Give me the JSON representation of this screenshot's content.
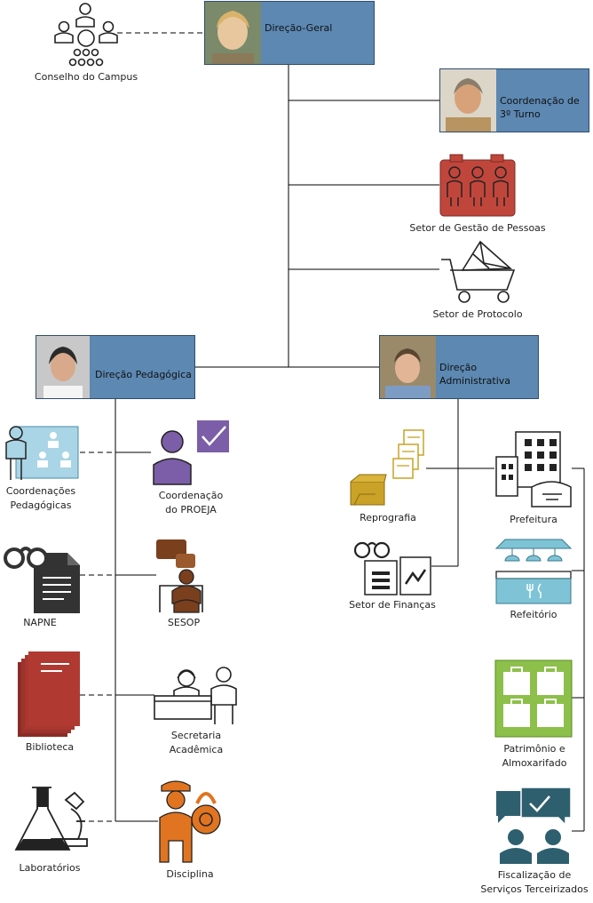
{
  "boxes": {
    "diretor_geral": "Direção-Geral",
    "terceiro_turno": "Coordenação de\n3º Turno",
    "dir_pedagogica": "Direção Pedagógica",
    "dir_administrativa": "Direção\nAdministrativa"
  },
  "labels": {
    "conselho": "Conselho do Campus",
    "gestao_pessoas": "Setor de Gestão de Pessoas",
    "protocolo": "Setor de Protocolo",
    "coord_pedagogicas": "Coordenações\nPedagógicas",
    "coord_proeja": "Coordenação\ndo PROEJA",
    "napne": "NAPNE",
    "sesop": "SESOP",
    "biblioteca": "Biblioteca",
    "secretaria": "Secretaria\nAcadêmica",
    "laboratorios": "Laboratórios",
    "disciplina": "Disciplina",
    "reprografia": "Reprografia",
    "financas": "Setor de Finanças",
    "prefeitura": "Prefeitura",
    "refeitorio": "Refeitório",
    "patrimonio": "Patrimônio e\nAlmoxarifado",
    "fiscalizacao": "Fiscalização de\nServiços Terceirizados"
  },
  "colors": {
    "box_fill": "#5c88b2",
    "box_border": "#2f4c6e",
    "gestao_red": "#c0463c",
    "proeja_purple": "#7b5ea7",
    "napne_dark": "#333333",
    "sesop_brown": "#7a3f1d",
    "biblioteca_red": "#b03a32",
    "disciplina_orange": "#e07420",
    "reprografia_gold": "#c9a227",
    "prefeitura_dark": "#222222",
    "refeitorio_teal": "#7fc4d6",
    "patrimonio_green": "#8dc04a",
    "fiscalizacao_teal": "#2e5f6f",
    "coord_light_blue": "#a9d5e6"
  },
  "icons": [
    "council-icon",
    "gestao-pessoas-icon",
    "protocolo-cart-icon",
    "coordenacoes-icon",
    "proeja-icon",
    "napne-icon",
    "sesop-icon",
    "biblioteca-icon",
    "secretaria-icon",
    "laboratorios-icon",
    "disciplina-icon",
    "reprografia-icon",
    "financas-icon",
    "prefeitura-icon",
    "refeitorio-icon",
    "patrimonio-icon",
    "fiscalizacao-icon"
  ]
}
